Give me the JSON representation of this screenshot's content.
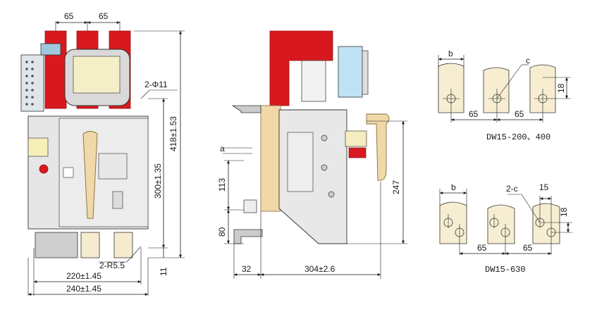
{
  "front_view": {
    "dim_top_left": "65",
    "dim_top_right": "65",
    "dim_hole": "2-Φ11",
    "dim_height_outer": "418±1.53",
    "dim_height_inner": "300±1.35",
    "dim_radius": "2-R5.5",
    "dim_offset": "11",
    "dim_width_inner": "220±1.45",
    "dim_width_outer": "240±1.45"
  },
  "side_view": {
    "dim_a": "a",
    "dim_113": "113",
    "dim_80": "80",
    "dim_247": "247",
    "dim_32": "32",
    "dim_depth": "304±2.6"
  },
  "detail_top": {
    "label_b": "b",
    "label_c": "c",
    "dim_18": "18",
    "dim_65_left": "65",
    "dim_65_right": "65",
    "caption": "DW15-200、400"
  },
  "detail_bottom": {
    "label_b": "b",
    "label_2c": "2-c",
    "dim_15": "15",
    "dim_18": "18",
    "dim_65_left": "65",
    "dim_65_right": "65",
    "caption": "DW15-630"
  },
  "colors": {
    "terminal_red": "#d7191f",
    "arc_chute_blue": "#bfe3f2",
    "handle_tan": "#f0d8a8",
    "body_grey": "#e6e6e6",
    "plate_cream": "#f7eed2"
  }
}
